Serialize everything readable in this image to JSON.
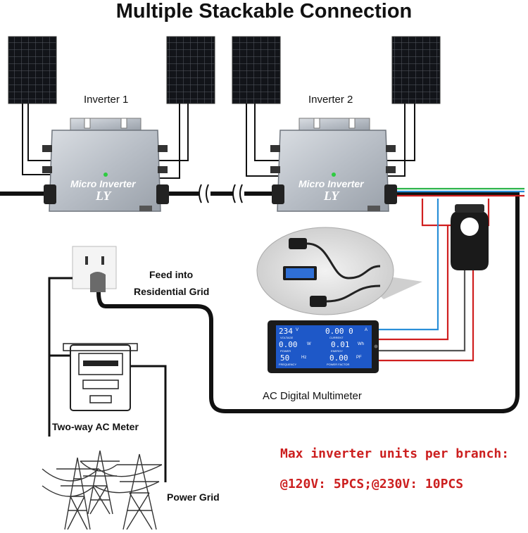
{
  "title": "Multiple Stackable Connection",
  "inverters": [
    {
      "label": "Inverter 1",
      "brand": "Micro Inverter",
      "logo": "LY"
    },
    {
      "label": "Inverter 2",
      "brand": "Micro Inverter",
      "logo": "LY"
    }
  ],
  "labels": {
    "feed": "Feed into",
    "residential": "Residential Grid",
    "multimeter": "AC Digital Multimeter",
    "ac_meter": "Two-way AC Meter",
    "power_grid": "Power Grid"
  },
  "note": {
    "line1": "Max inverter units per branch:",
    "line2": "@120V: 5PCS;@230V: 10PCS"
  },
  "display": {
    "voltage": "234",
    "voltage_unit": "V",
    "voltage_name": "VOLTAGE",
    "current": "0.00 0",
    "current_unit": "A",
    "current_name": "CURRENT",
    "power": "0.00",
    "power_unit": "W",
    "power_name": "POWER",
    "energy": "0.01",
    "energy_unit": "Wh",
    "energy_name": "ENERGY",
    "frequency": "50",
    "frequency_unit": "Hz",
    "frequency_name": "FREQUENCY",
    "pf": "0.00",
    "pf_unit": "PF",
    "pf_name": "POWER FACTOR"
  },
  "colors": {
    "cable": "#111111",
    "red_wire": "#d01f1f",
    "blue_wire": "#2a8fd8",
    "green_wire": "#2bb34a",
    "note": "#cc1f1f",
    "lcd": "#1e58c8"
  }
}
